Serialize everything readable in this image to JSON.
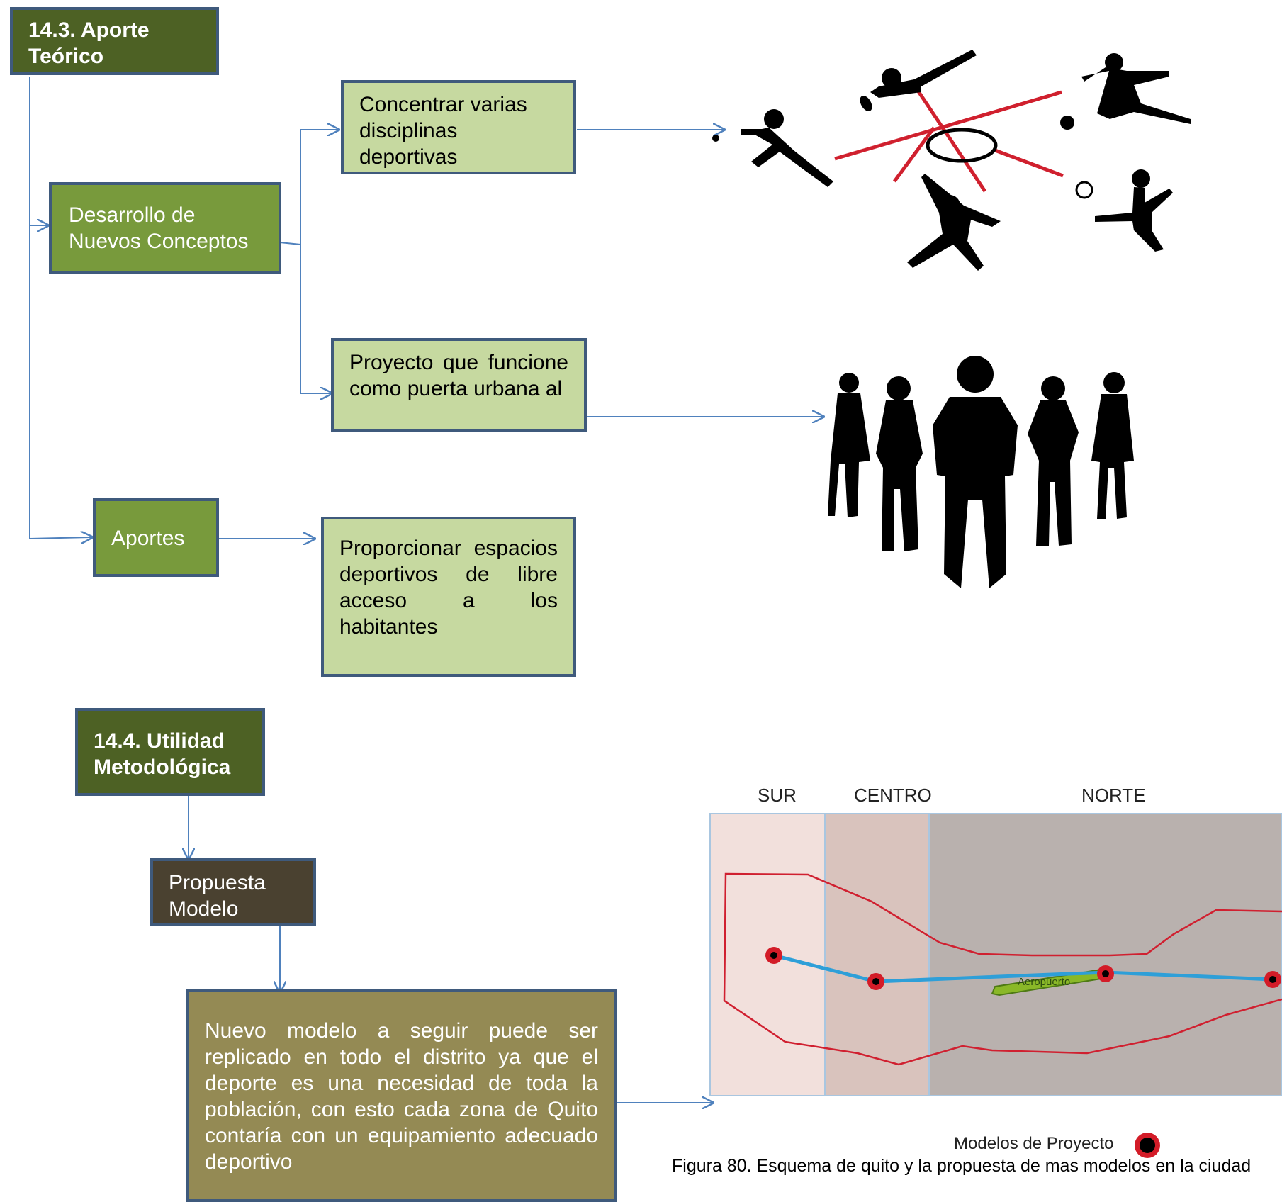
{
  "section_1": {
    "title": "14.3. Aporte Teórico",
    "desarrollo": "Desarrollo de Nuevos Conceptos",
    "concentrar": "Concentrar varias disciplinas deportivas",
    "proyecto": "Proyecto que funcione como puerta urbana al",
    "aportes": "Aportes",
    "proporcionar": "Proporcionar espacios deportivos de libre acceso a los habitantes"
  },
  "section_2": {
    "title": "14.4. Utilidad Metodológica",
    "propuesta": "Propuesta Modelo",
    "nuevo_modelo": "Nuevo modelo a seguir puede ser replicado en todo el distrito ya que el deporte es una necesidad de toda la población, con esto cada zona de Quito contaría con un equipamiento adecuado deportivo"
  },
  "map": {
    "zones": [
      "SUR",
      "CENTRO",
      "NORTE"
    ],
    "airport_label": "Aeropuerto",
    "legend_label": "Modelos de Proyecto",
    "caption": "Figura 80. Esquema de quito y la propuesta de mas modelos en la ciudad"
  },
  "colors": {
    "dark_green": "#4d6124",
    "mid_green": "#789a3c",
    "light_green": "#c6d9a0",
    "brown": "#4a4130",
    "olive": "#948a54",
    "border_blue": "#3f5a7c",
    "arrow_blue": "#4f81bd",
    "route_blue": "#2e9fd8",
    "boundary_red": "#d02030"
  },
  "icons": [
    "sports-silhouettes-icon",
    "people-silhouettes-icon",
    "project-marker-icon"
  ]
}
